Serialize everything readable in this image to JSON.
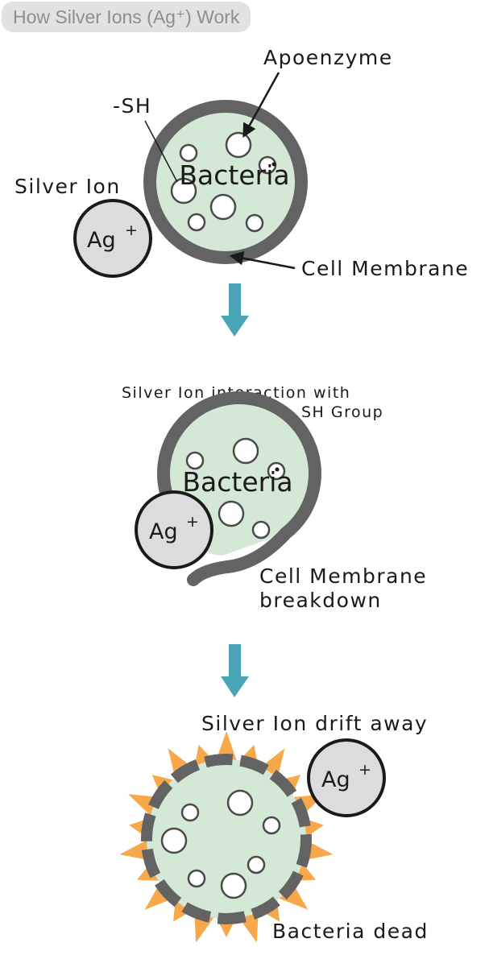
{
  "title": "How Silver Ions (Ag⁺) Work",
  "colors": {
    "membrane": "#636363",
    "cytoplasm": "#d3e9d6",
    "ion_fill": "#dcdcde",
    "arrow": "#4aa6b7",
    "burst": "#f7a84a",
    "outline": "#1a1a1a"
  },
  "stage1": {
    "apoenzyme_label": "Apoenzyme",
    "sh_label": "-SH",
    "silver_ion_label": "Silver Ion",
    "bacteria_label": "Bacteria",
    "ion_symbol": "Ag",
    "ion_charge": "+",
    "membrane_label": "Cell Membrane"
  },
  "stage2": {
    "interaction_line1": "Silver Ion interaction with",
    "interaction_line2": "SH Group",
    "bacteria_label": "Bacteria",
    "ion_symbol": "Ag",
    "ion_charge": "+",
    "breakdown_line1": "Cell Membrane",
    "breakdown_line2": "breakdown"
  },
  "stage3": {
    "drift_label": "Silver Ion drift away",
    "ion_symbol": "Ag",
    "ion_charge": "+",
    "dead_label": "Bacteria dead"
  }
}
